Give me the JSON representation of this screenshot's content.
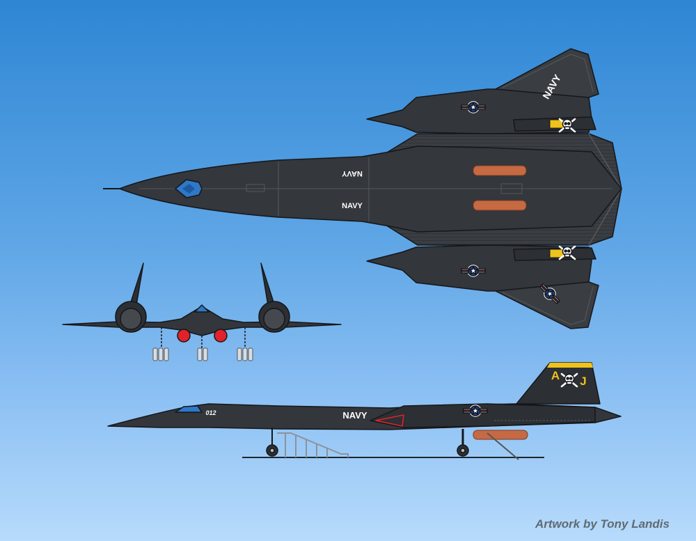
{
  "markings": {
    "navy": "NAVY",
    "tail_left": "A",
    "tail_right": "J",
    "nose_number": "012"
  },
  "credit": "Artwork by Tony Landis",
  "colors": {
    "airframe": "#33363a",
    "outline": "#15171a",
    "panel_line": "#52565b",
    "canopy": "#2f78c8",
    "tail_stripe": "#f0c21c",
    "pod_red": "#e2222a",
    "tank_orange": "#c66a44",
    "ground": "#1d2730"
  },
  "icons": [
    "navy-roundel",
    "skull-and-crossbones",
    "wheel"
  ]
}
